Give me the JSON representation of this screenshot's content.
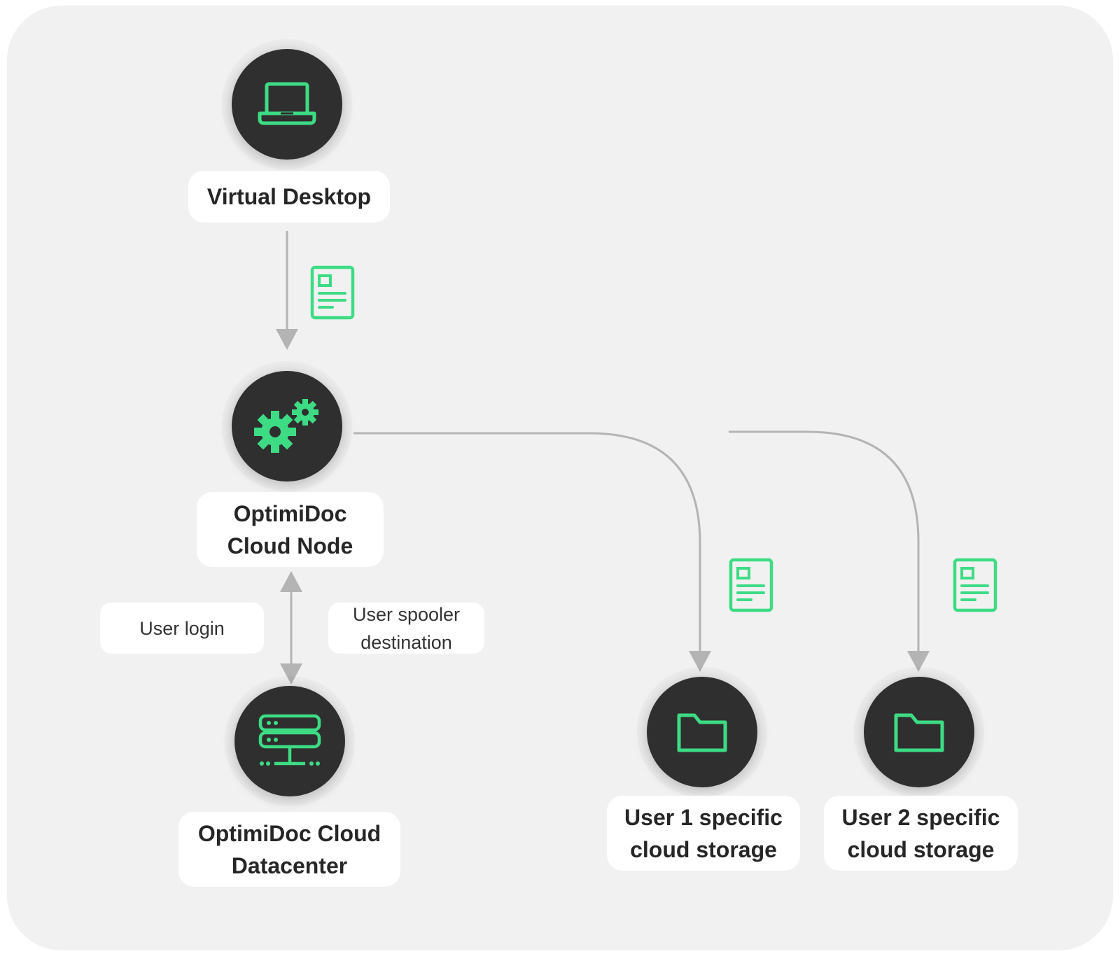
{
  "colors": {
    "background": "#f1f1f1",
    "node_fill": "#2f2f2f",
    "accent_green": "#3ddc84",
    "connector": "#b4b4b4",
    "label_bg": "#ffffff",
    "label_text": "#262626"
  },
  "nodes": {
    "virtual_desktop": {
      "label": "Virtual Desktop",
      "icon": "laptop-icon"
    },
    "cloud_node": {
      "label": "OptimiDoc\nCloud Node",
      "icon": "gears-icon"
    },
    "datacenter": {
      "label": "OptimiDoc Cloud\nDatacenter",
      "icon": "server-icon"
    },
    "user1_storage": {
      "label": "User 1 specific\ncloud storage",
      "icon": "folder-icon"
    },
    "user2_storage": {
      "label": "User 2 specific\ncloud storage",
      "icon": "folder-icon"
    }
  },
  "notes": {
    "user_login": "User login",
    "user_spooler": "User spooler\ndestination"
  },
  "document_icons": [
    "document-icon",
    "document-icon",
    "document-icon"
  ]
}
